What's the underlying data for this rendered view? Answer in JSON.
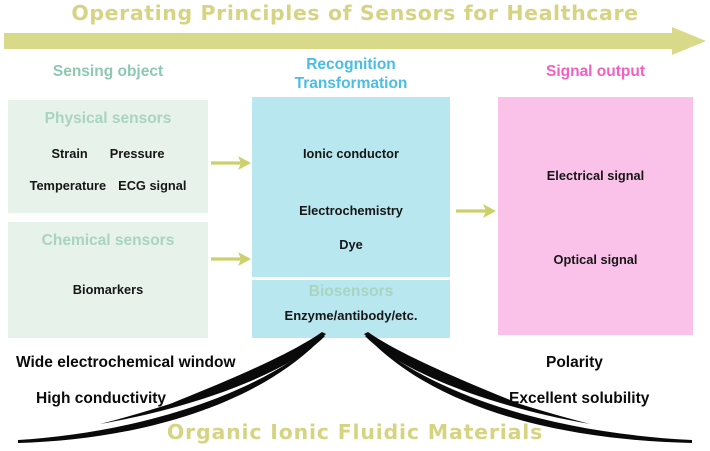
{
  "header": {
    "title": "Operating Principles of Sensors for Healthcare",
    "arrow_icon": "right-arrow-icon"
  },
  "colors": {
    "title_khaki": "#d6d482",
    "arrow_khaki": "#d9d98a",
    "sensing_green": "#8cc9b0",
    "panel_green": "#e6f2ea",
    "panel_heading_green": "#a9d4bf",
    "recognition_blue": "#49bde4",
    "panel_cyan": "#b8e7ef",
    "signal_pink": "#f45fc2",
    "panel_pink": "#fbc2e9",
    "body_black": "#161616"
  },
  "columns": {
    "sensing": {
      "caption": "Sensing object",
      "panels": [
        {
          "heading": "Physical sensors",
          "rows": [
            [
              "Strain",
              "Pressure"
            ],
            [
              "Temperature",
              "ECG signal"
            ]
          ]
        },
        {
          "heading": "Chemical sensors",
          "rows": [
            [
              "Biomarkers"
            ]
          ]
        }
      ]
    },
    "recognition": {
      "caption_line1": "Recognition",
      "caption_line2": "Transformation",
      "items": [
        "Ionic conductor",
        "Electrochemistry",
        "Dye"
      ],
      "biosensors": {
        "heading": "Biosensors",
        "items": [
          "Enzyme/antibody/etc."
        ]
      }
    },
    "signal": {
      "caption": "Signal output",
      "items": [
        "Electrical signal",
        "Optical signal"
      ]
    }
  },
  "flow_arrows": [
    {
      "name": "arrow-physical-to-recognition"
    },
    {
      "name": "arrow-chemical-to-recognition"
    },
    {
      "name": "arrow-recognition-to-signal"
    }
  ],
  "properties": {
    "left": [
      "Wide electrochemical window",
      "High conductivity"
    ],
    "right": [
      "Polarity",
      "Excellent solubility"
    ]
  },
  "footer": {
    "title": "Organic Ionic Fluidic Materials"
  }
}
